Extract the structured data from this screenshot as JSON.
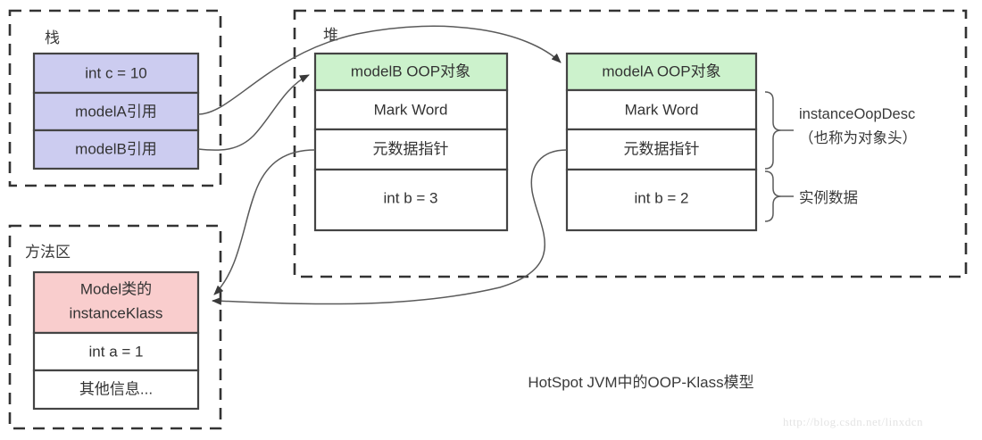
{
  "diagram": {
    "caption": "HotSpot JVM中的OOP-Klass模型",
    "watermark": "http://blog.csdn.net/linxdcn",
    "colors": {
      "stack_cell_fill": "#ccccf0",
      "heap_header_fill": "#ccf2cc",
      "klass_header_fill": "#f9cdcd",
      "plain_fill": "#ffffff",
      "stroke": "#444444",
      "dashed_stroke": "#333333",
      "connector": "#5a5a5a"
    },
    "regions": {
      "stack": {
        "label": "栈",
        "cells": [
          {
            "text": "int c = 10"
          },
          {
            "text": "modelA引用"
          },
          {
            "text": "modelB引用"
          }
        ]
      },
      "method_area": {
        "label": "方法区",
        "cells": [
          {
            "line1": "Model类的",
            "line2": "instanceKlass"
          },
          {
            "text": "int a = 1"
          },
          {
            "text": "其他信息..."
          }
        ]
      },
      "heap": {
        "label": "堆",
        "objects": [
          {
            "header": "modelB OOP对象",
            "rows": [
              "Mark Word",
              "元数据指针",
              "int b = 3"
            ]
          },
          {
            "header": "modelA OOP对象",
            "rows": [
              "Mark Word",
              "元数据指针",
              "int b = 2"
            ]
          }
        ]
      }
    },
    "annotations": {
      "oop_desc_line1": "instanceOopDesc",
      "oop_desc_line2": "（也称为对象头）",
      "instance_data": "实例数据"
    }
  }
}
